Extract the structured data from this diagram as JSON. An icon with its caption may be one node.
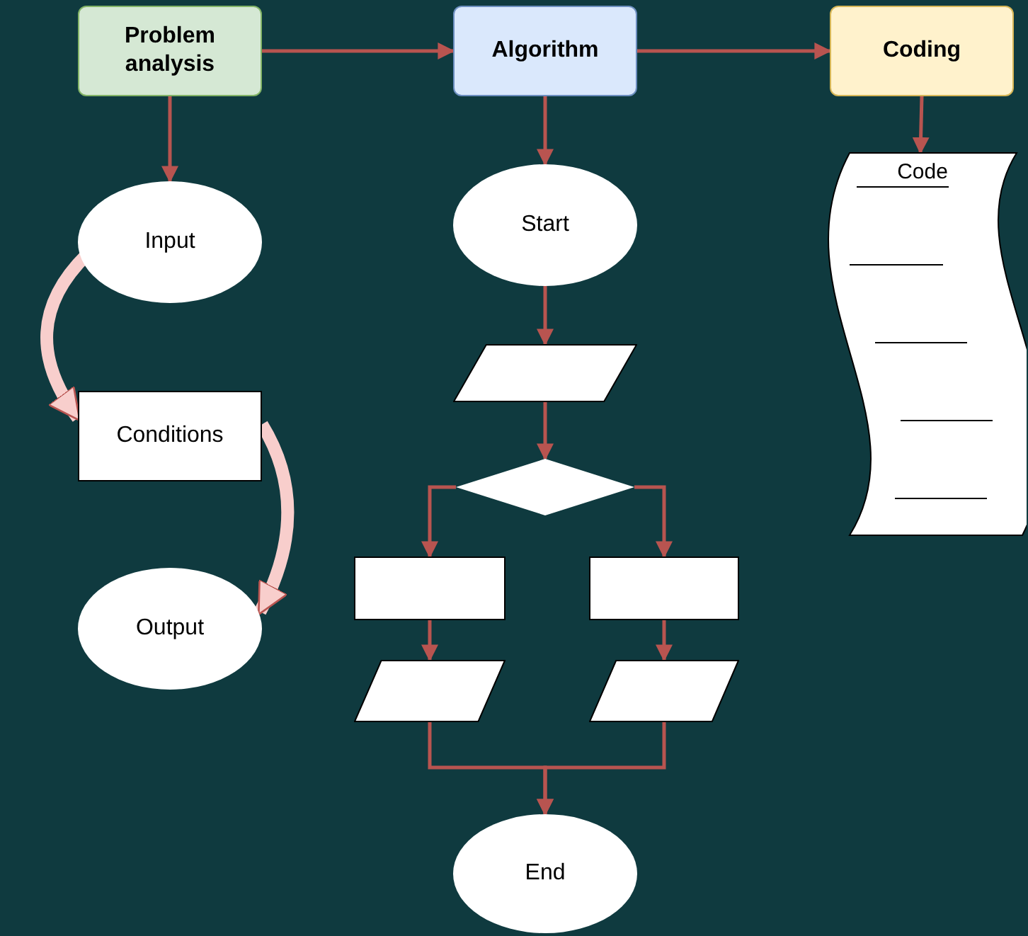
{
  "diagram": {
    "nodes": [
      {
        "text": [
          "Problem analysis"
        ]
      },
      {
        "text": [
          "Algorithm"
        ]
      },
      {
        "text": [
          "Coding"
        ]
      },
      {
        "text": [
          "Input"
        ]
      },
      {
        "text": [
          "Conditions"
        ]
      },
      {
        "text": [
          "Output"
        ]
      },
      {
        "text": [
          "Start"
        ]
      },
      {
        "text": [],
        "shape": "parallelogram"
      },
      {
        "text": [],
        "shape": "diamond"
      },
      {
        "text": [],
        "shape": "box"
      },
      {
        "text": [],
        "shape": "box"
      },
      {
        "text": [],
        "shape": "parallelogram"
      },
      {
        "text": [],
        "shape": "parallelogram"
      },
      {
        "text": [
          "End"
        ]
      },
      {
        "text": [
          "Code"
        ]
      }
    ],
    "edges": [
      {
        "from": 0,
        "to": 1,
        "arrow": "to"
      },
      {
        "from": 1,
        "to": 2,
        "arrow": "to"
      },
      {
        "from": 0,
        "to": 3,
        "arrow": "to"
      },
      {
        "from": 3,
        "to": 4,
        "arrow": "to",
        "style": "thick",
        "color": "#f8cecc"
      },
      {
        "from": 4,
        "to": 5,
        "arrow": "to",
        "style": "thick",
        "color": "#f8cecc"
      },
      {
        "from": 1,
        "to": 6,
        "arrow": "to"
      },
      {
        "from": 6,
        "to": 7,
        "arrow": "to"
      },
      {
        "from": 7,
        "to": 8,
        "arrow": "to"
      },
      {
        "from": 8,
        "to": 9,
        "arrow": "to"
      },
      {
        "from": 8,
        "to": 10,
        "arrow": "to"
      },
      {
        "from": 9,
        "to": 11,
        "arrow": "to"
      },
      {
        "from": 10,
        "to": 12,
        "arrow": "to"
      },
      {
        "from": 11,
        "to": 13,
        "arrow": "to"
      },
      {
        "from": 12,
        "to": 13,
        "arrow": "to"
      },
      {
        "from": 2,
        "to": 14,
        "arrow": "to"
      }
    ]
  }
}
